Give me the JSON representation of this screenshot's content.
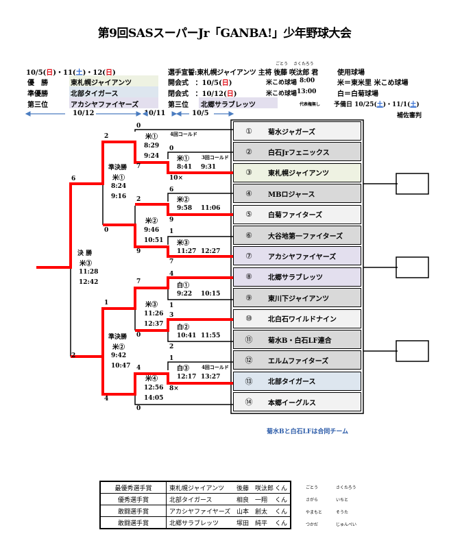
{
  "title": "第9回SASスーパーJr「GANBA!」少年野球大会",
  "header": {
    "dates": {
      "d1": "10/5(",
      "w1": "日",
      "d2": ")・11(",
      "w2": "土",
      "d3": ")・12(",
      "w3": "日",
      "d4": ")"
    },
    "results": [
      {
        "label": "優　勝",
        "team": "東札幌ジャイアンツ",
        "color": "#eef2e2"
      },
      {
        "label": "準優勝",
        "team": "北部タイガース",
        "color": "#dde6ef"
      },
      {
        "label": "第三位",
        "team": "アカシヤファイヤーズ",
        "color": "#e3dfee"
      }
    ],
    "oath": {
      "text": "選手宣誓:東札幌ジャイアンツ 主将 後藤 咲汰郎 君",
      "ruby1": "ごとう",
      "ruby2": "さくたろう"
    },
    "opening": {
      "label": "開会式",
      "sep": "：",
      "date": "10/5(",
      "wd": "日",
      "close": ")",
      "venue": "米こめ球場",
      "time": "8:00"
    },
    "closing": {
      "label": "閉会式",
      "sep": "：",
      "date": "10/12(",
      "wd": "日",
      "close": ")",
      "venue": "米こめ球場",
      "time": "13:00"
    },
    "third2": {
      "label": "第三位",
      "team": "北郷サラブレッツ",
      "color": "#e3dfee",
      "note": "代表権無し"
    },
    "grounds": {
      "title": "使用球場",
      "g1": "米＝東米里 米こめ球場",
      "g2": "白＝白菊球場"
    },
    "reserve": {
      "label": "予備日 10/25(",
      "w1": "土",
      "mid": ")・11/1(",
      "w2": "土",
      "end": ")"
    },
    "assist": "補佐審判",
    "arrows": {
      "a1": "10/12",
      "a2": "10/11",
      "a3": "10/5"
    }
  },
  "teams": [
    {
      "no": "①",
      "name": "菊水ジャガーズ",
      "color": "#f2f2f2"
    },
    {
      "no": "②",
      "name": "白石Jrフェニックス",
      "color": "#d9d9d9"
    },
    {
      "no": "③",
      "name": "東札幌ジャイアンツ",
      "color": "#eef2e2"
    },
    {
      "no": "④",
      "name": "MBロジャース",
      "color": "#d9d9d9"
    },
    {
      "no": "⑤",
      "name": "白菊ファイターズ",
      "color": "#f2f2f2"
    },
    {
      "no": "⑥",
      "name": "大谷地第一ファイターズ",
      "color": "#d9d9d9"
    },
    {
      "no": "⑦",
      "name": "アカシヤファイヤーズ",
      "color": "#e3dfee"
    },
    {
      "no": "⑧",
      "name": "北郷サラブレッツ",
      "color": "#e3dfee"
    },
    {
      "no": "⑨",
      "name": "東川下ジャイアンツ",
      "color": "#d9d9d9"
    },
    {
      "no": "⑩",
      "name": "北白石ワイルドナイン",
      "color": "#f2f2f2"
    },
    {
      "no": "⑪",
      "name": "菊水B・白石LF連合",
      "color": "#d9d9d9"
    },
    {
      "no": "⑫",
      "name": "エルムファイターズ",
      "color": "#d9d9d9"
    },
    {
      "no": "⑬",
      "name": "北部タイガース",
      "color": "#dde6ef"
    },
    {
      "no": "⑭",
      "name": "本郷イーグルス",
      "color": "#f2f2f2"
    }
  ],
  "team_note": "菊水Bと白石LFは合同チーム",
  "bracket": {
    "r1": [
      {
        "field": "米①",
        "start": "8:41",
        "end": "9:31",
        "note": "3回コールド",
        "s_top": "0",
        "s_bot": "10×"
      },
      {
        "field": "米②",
        "start": "9:58",
        "end": "11:06",
        "s_top": "6",
        "s_bot": "9"
      },
      {
        "field": "米③",
        "start": "11:27",
        "end": "12:27",
        "s_top": "1",
        "s_bot": "7"
      },
      {
        "field": "白①",
        "start": "9:22",
        "end": "10:15",
        "s_top": "4",
        "s_bot": "1"
      },
      {
        "field": "白②",
        "start": "10:41",
        "end": "11:55",
        "s_top": "3",
        "s_bot": "2"
      },
      {
        "field": "白③",
        "start": "12:17",
        "end": "13:27",
        "note": "4回コールド",
        "s_top": "1",
        "s_bot": "8×"
      }
    ],
    "r2": [
      {
        "field": "米①",
        "start": "8:29",
        "end": "9:24",
        "note": "4回コールド",
        "s_top": "0",
        "s_bot": "7"
      },
      {
        "field": "米②",
        "start": "9:46",
        "end": "10:51",
        "s_top": "2",
        "s_bot": "9"
      },
      {
        "field": "米③",
        "start": "11:26",
        "end": "12:37",
        "s_top": "7",
        "s_bot": "0"
      },
      {
        "field": "米④",
        "start": "12:56",
        "end": "14:05",
        "s_top": "4",
        "s_bot": "0"
      }
    ],
    "semi": [
      {
        "label": "準決勝",
        "field": "米①",
        "start": "8:24",
        "end": "9:16",
        "s_top": "2",
        "s_bot": "0"
      },
      {
        "label": "準決勝",
        "field": "米②",
        "start": "9:42",
        "end": "10:47",
        "s_top": "1",
        "s_bot": "4"
      }
    ],
    "final": {
      "label": "決 勝",
      "field": "米③",
      "start": "11:28",
      "end": "12:42",
      "s_top": "6",
      "s_bot": "2"
    }
  },
  "awards": [
    {
      "award": "最優秀選手賞",
      "team": "東札幌ジャイアンツ",
      "player": "後藤　咲汰郎",
      "suffix": "くん",
      "k1": "ごとう",
      "k2": "さくたろう"
    },
    {
      "award": "優秀選手賞",
      "team": "北部タイガース",
      "player": "相良　一翔",
      "suffix": "くん",
      "k1": "さがら",
      "k2": "いちと"
    },
    {
      "award": "敢闘選手賞",
      "team": "アカシヤファイヤーズ",
      "player": "山本　創太",
      "suffix": "くん",
      "k1": "やまもと",
      "k2": "そうた"
    },
    {
      "award": "敢闘選手賞",
      "team": "北郷サラブレッツ",
      "player": "塚田　純平",
      "suffix": "くん",
      "k1": "つかだ",
      "k2": "じゅんぺい"
    }
  ],
  "colors": {
    "winner_line": "#ff0000",
    "arrow": "#4a7cc0"
  }
}
